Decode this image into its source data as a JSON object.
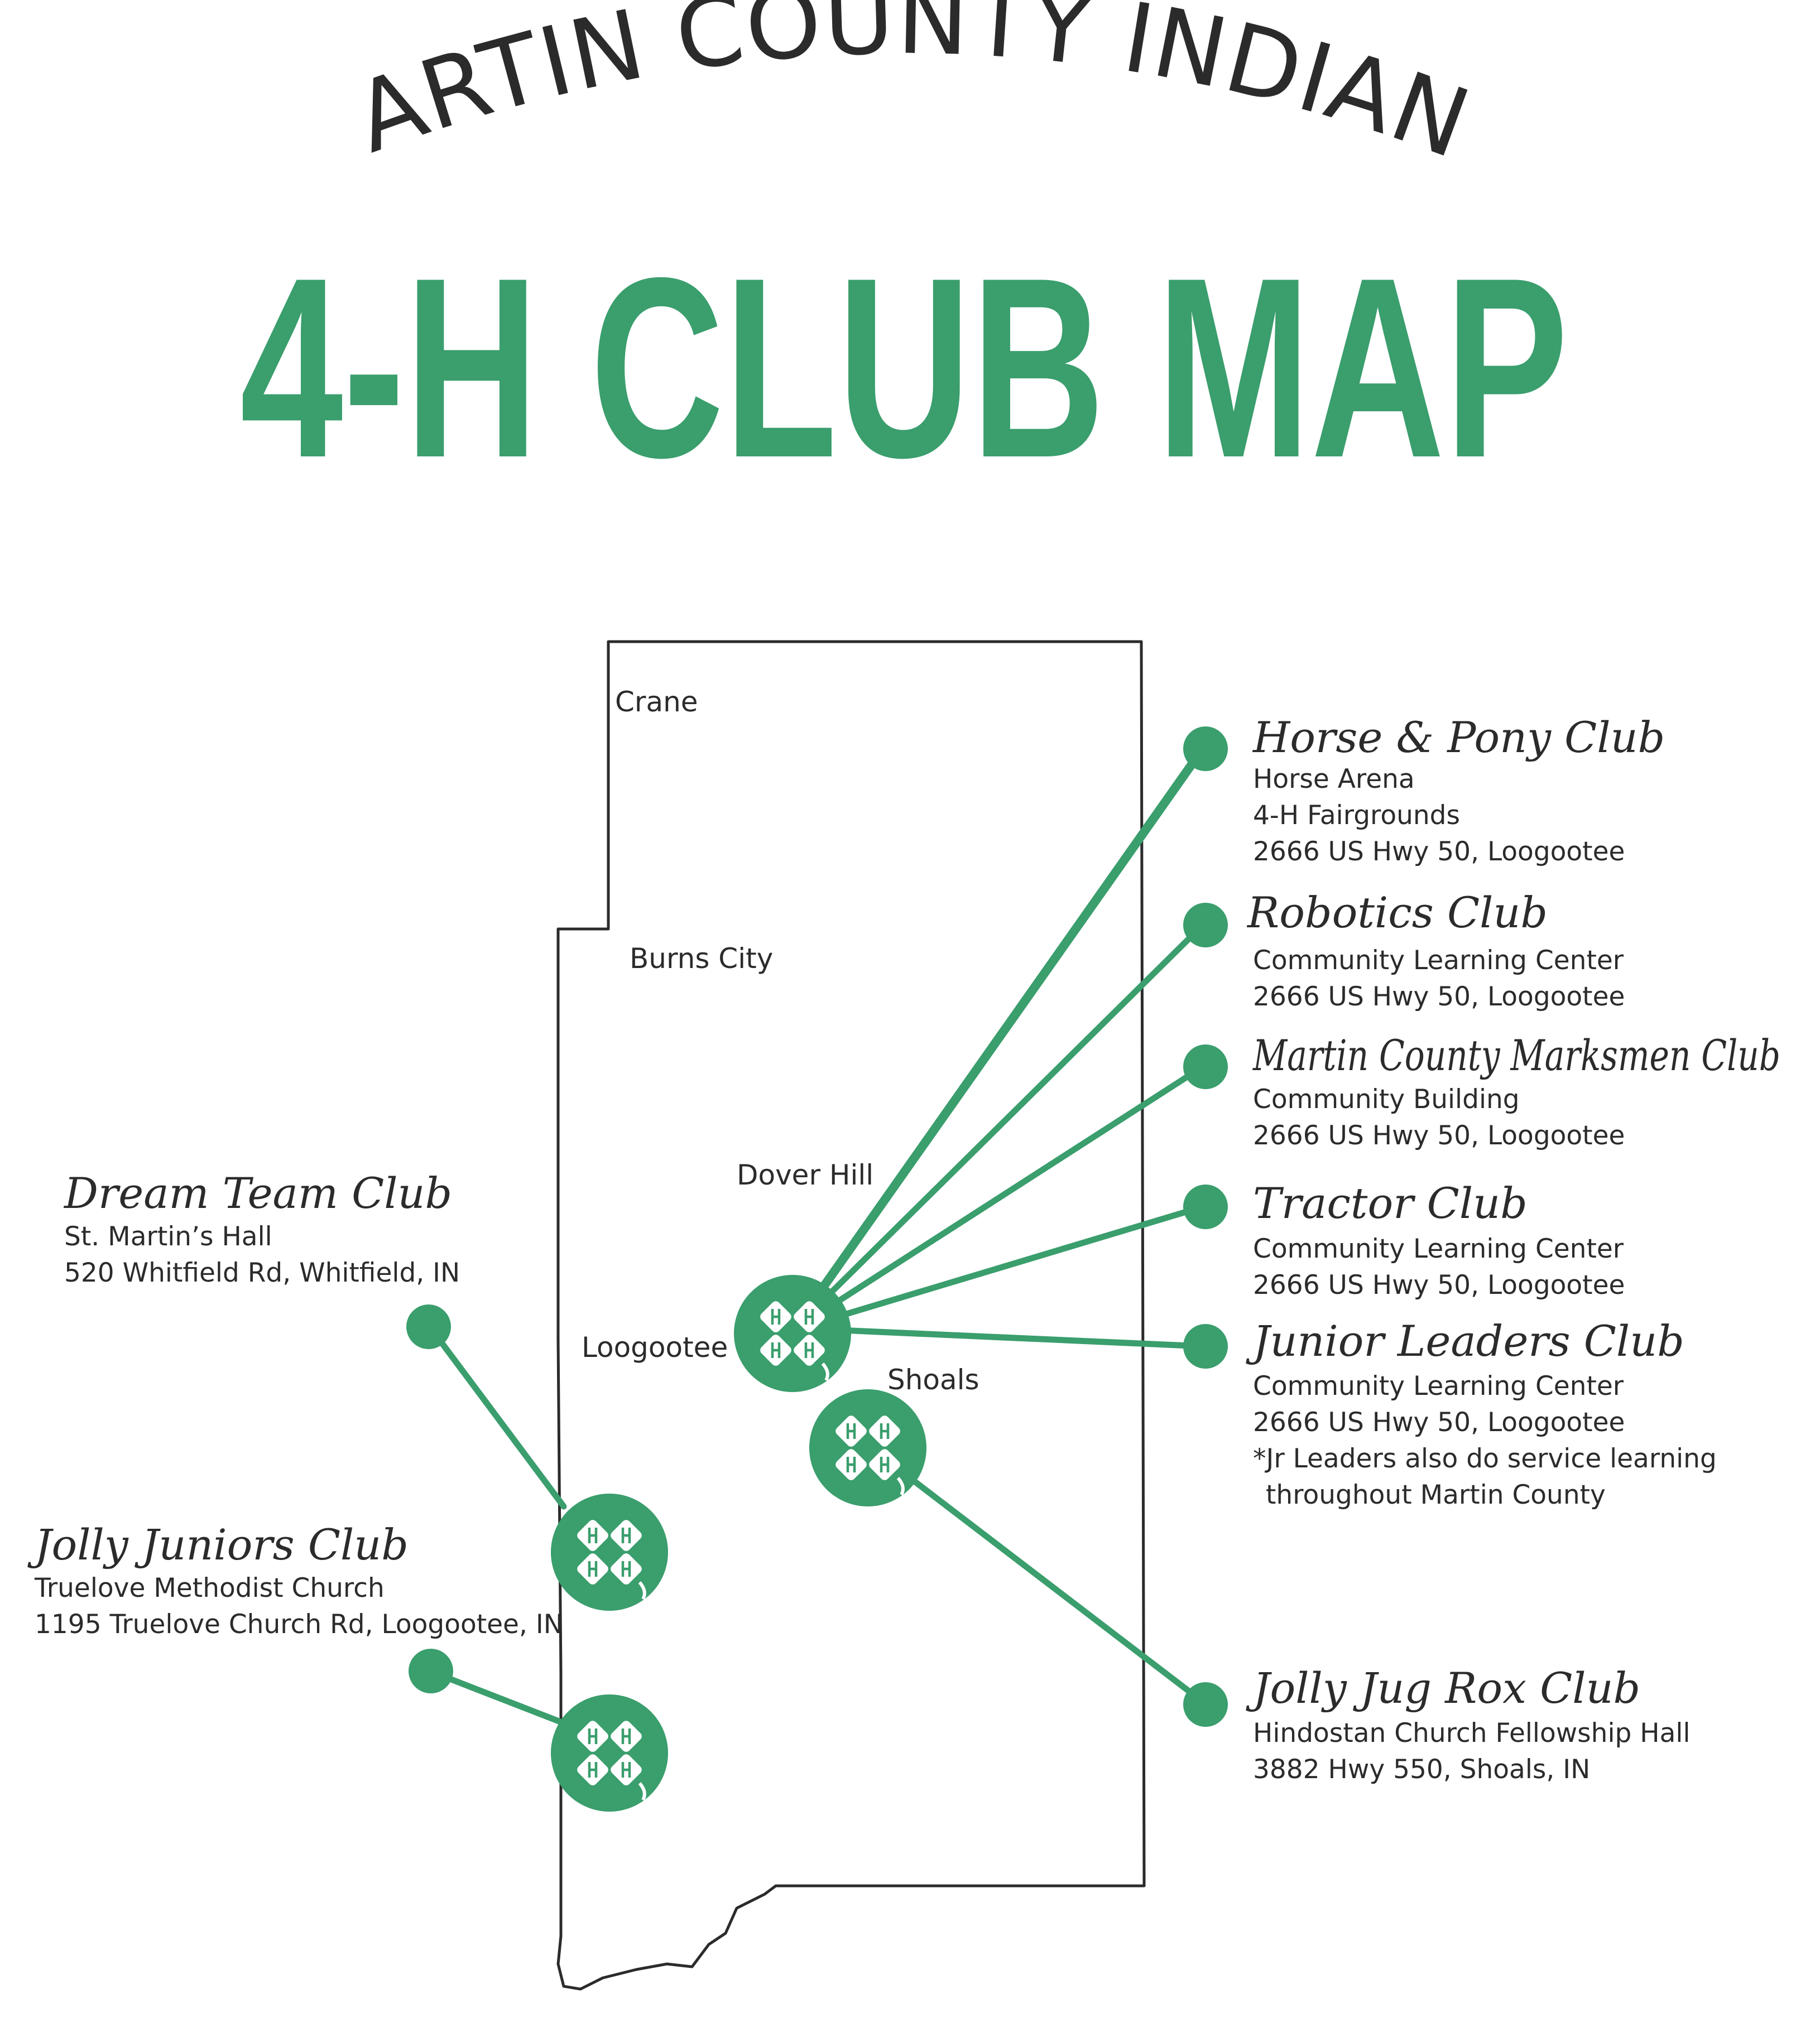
{
  "header": {
    "subtitle": "MARTIN COUNTY INDIANA",
    "title": "4-H CLUB MAP"
  },
  "colors": {
    "accent": "#3a9e6d",
    "ink": "#2b2b2b",
    "background": "#ffffff"
  },
  "towns": [
    "Crane",
    "Burns City",
    "Dover Hill",
    "Loogootee",
    "Shoals"
  ],
  "clubs": [
    {
      "name": "Horse & Pony Club",
      "lines": [
        "Horse Arena",
        "4-H Fairgrounds",
        "2666 US Hwy 50, Loogootee"
      ]
    },
    {
      "name": "Robotics Club",
      "lines": [
        "Community Learning Center",
        "2666 US Hwy 50, Loogootee"
      ]
    },
    {
      "name": "Martin County Marksmen Club",
      "lines": [
        "Community Building",
        "2666 US Hwy 50, Loogootee"
      ]
    },
    {
      "name": "Tractor Club",
      "lines": [
        "Community Learning Center",
        "2666 US Hwy 50, Loogootee"
      ]
    },
    {
      "name": "Junior Leaders Club",
      "lines": [
        "Community Learning Center",
        "2666 US Hwy 50, Loogootee",
        "*Jr Leaders also do service learning",
        "throughout Martin County"
      ]
    },
    {
      "name": "Jolly Jug Rox Club",
      "lines": [
        "Hindostan Church Fellowship Hall",
        "3882 Hwy 550, Shoals, IN"
      ]
    },
    {
      "name": "Dream Team Club",
      "lines": [
        "St. Martin’s Hall",
        "520 Whitfield Rd, Whitfield, IN"
      ]
    },
    {
      "name": "Jolly Juniors Club",
      "lines": [
        "Truelove Methodist Church",
        "1195 Truelove Church Rd, Loogootee, IN"
      ]
    }
  ],
  "icons": {
    "clover": "4-h-clover-icon",
    "pin": "map-pin-dot-icon"
  }
}
